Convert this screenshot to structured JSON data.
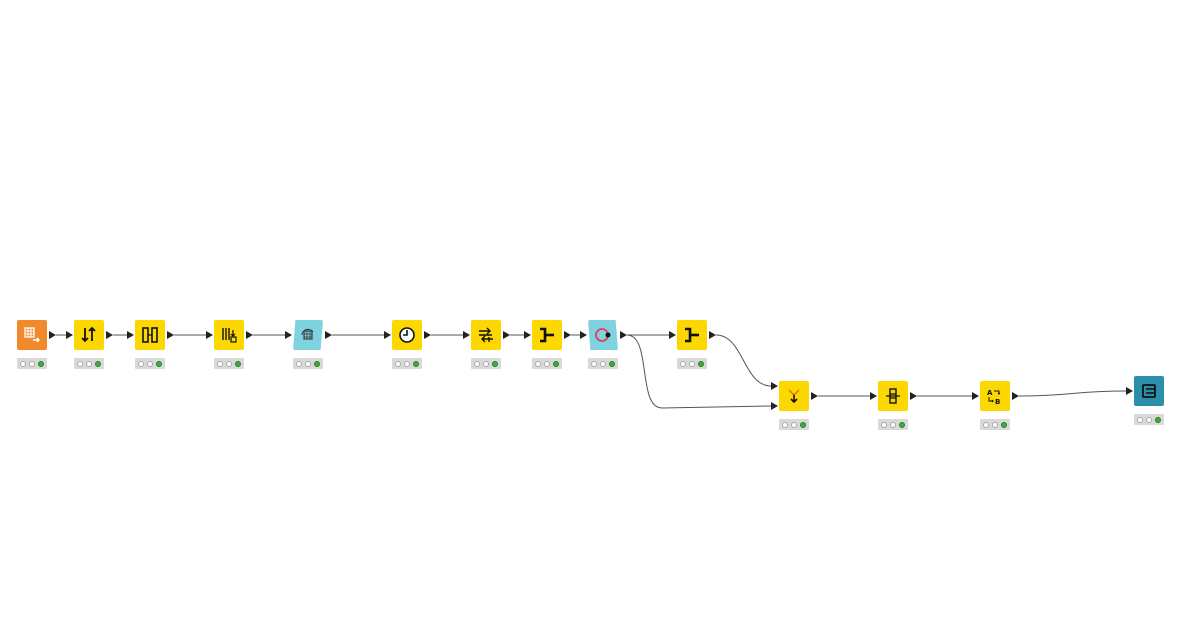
{
  "colors": {
    "source": "#f28a2b",
    "manipulator": "#fdd800",
    "loop": "#7fd3de",
    "sink": "#2a8fa8",
    "connection": "#555555",
    "port": "#222222",
    "traffic_light_off": "#ffffff",
    "traffic_light_executed": "#3dae3d"
  },
  "nodes": [
    {
      "id": "n1",
      "type": "source",
      "icon": "table-creator-icon",
      "status": "executed"
    },
    {
      "id": "n2",
      "type": "manipulator",
      "icon": "sorter-icon",
      "status": "executed"
    },
    {
      "id": "n3",
      "type": "manipulator",
      "icon": "column-filter-icon",
      "status": "executed"
    },
    {
      "id": "n4",
      "type": "manipulator",
      "icon": "column-rename-icon",
      "status": "executed"
    },
    {
      "id": "n5",
      "type": "loop-start",
      "icon": "loop-start-icon",
      "status": "executed"
    },
    {
      "id": "n6",
      "type": "manipulator",
      "icon": "date-time-icon",
      "status": "executed"
    },
    {
      "id": "n7",
      "type": "manipulator",
      "icon": "column-shift-icon",
      "status": "executed"
    },
    {
      "id": "n8",
      "type": "manipulator",
      "icon": "joiner-icon",
      "status": "executed"
    },
    {
      "id": "n9",
      "type": "loop-end",
      "icon": "loop-end-icon",
      "status": "executed"
    },
    {
      "id": "n10",
      "type": "manipulator",
      "icon": "joiner-icon",
      "status": "executed"
    },
    {
      "id": "n11",
      "type": "manipulator",
      "icon": "concatenate-icon",
      "status": "executed"
    },
    {
      "id": "n12",
      "type": "manipulator",
      "icon": "pivot-icon",
      "status": "executed"
    },
    {
      "id": "n13",
      "type": "manipulator",
      "icon": "string-replace-icon",
      "status": "executed"
    },
    {
      "id": "n14",
      "type": "sink",
      "icon": "table-view-icon",
      "status": "executed"
    }
  ],
  "connections": [
    [
      "n1",
      "n2"
    ],
    [
      "n2",
      "n3"
    ],
    [
      "n3",
      "n4"
    ],
    [
      "n4",
      "n5"
    ],
    [
      "n5",
      "n6"
    ],
    [
      "n6",
      "n7"
    ],
    [
      "n7",
      "n8"
    ],
    [
      "n8",
      "n9"
    ],
    [
      "n9",
      "n10"
    ],
    [
      "n10",
      "n11"
    ],
    [
      "n9",
      "n11"
    ],
    [
      "n11",
      "n12"
    ],
    [
      "n12",
      "n13"
    ],
    [
      "n13",
      "n14"
    ]
  ]
}
